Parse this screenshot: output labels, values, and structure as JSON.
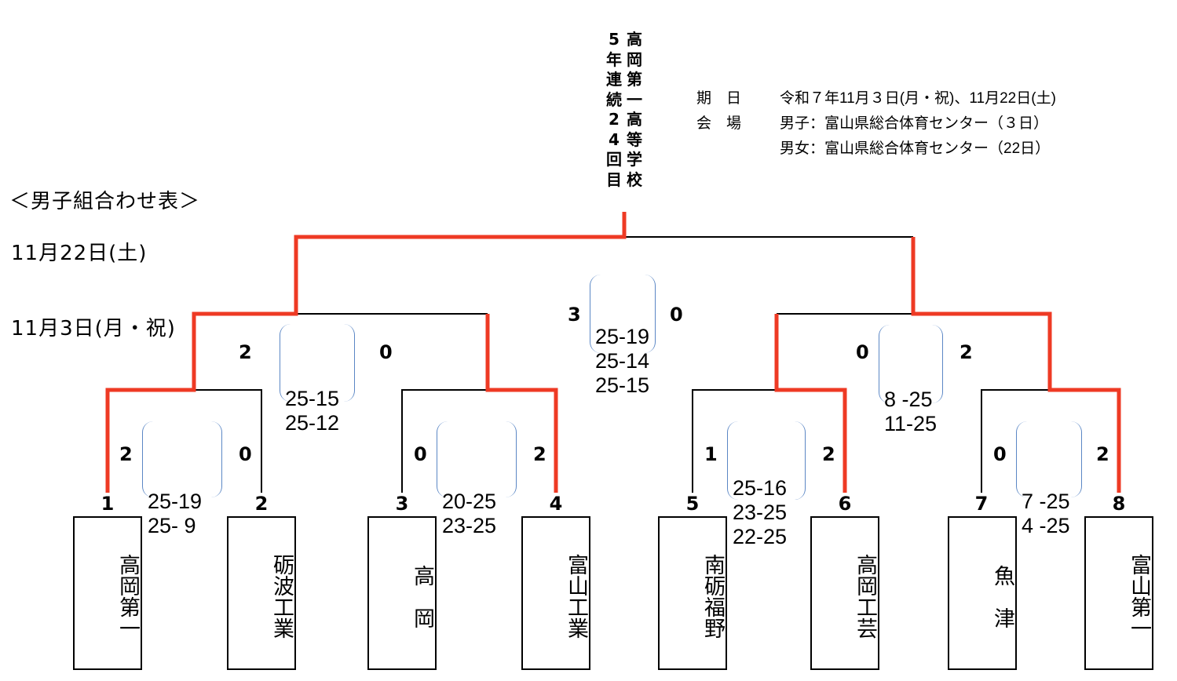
{
  "champion": {
    "record": "5年連続24回目",
    "school": "高岡第一高等学校"
  },
  "info": {
    "date_label": "期　日",
    "date_value": "令和７年11月３日(月・祝)、11月22日(土)",
    "venue_label": "会　場",
    "venue_1": "男子：富山県総合体育センター（３日）",
    "venue_2": "男女：富山県総合体育センター（22日）"
  },
  "title": "＜男子組合わせ表＞",
  "round_dates": {
    "final": "11月22日(土)",
    "first": "11月3日(月・祝)"
  },
  "teams": [
    {
      "seed": "1",
      "name": "高岡第一"
    },
    {
      "seed": "2",
      "name": "砺波工業"
    },
    {
      "seed": "3",
      "name": "高　岡"
    },
    {
      "seed": "4",
      "name": "富山工業"
    },
    {
      "seed": "5",
      "name": "南砺福野"
    },
    {
      "seed": "6",
      "name": "高岡工芸"
    },
    {
      "seed": "7",
      "name": "魚　津"
    },
    {
      "seed": "8",
      "name": "富山第一"
    }
  ],
  "matches": [
    {
      "id": "r1m1",
      "left": "2",
      "right": "0",
      "sets": [
        "25-19",
        "25- 9"
      ]
    },
    {
      "id": "r1m2",
      "left": "0",
      "right": "2",
      "sets": [
        "20-25",
        "23-25"
      ]
    },
    {
      "id": "r1m3",
      "left": "1",
      "right": "2",
      "sets": [
        "25-16",
        "23-25",
        "22-25"
      ]
    },
    {
      "id": "r1m4",
      "left": "0",
      "right": "2",
      "sets": [
        "7 -25",
        "4 -25"
      ]
    },
    {
      "id": "sf1",
      "left": "2",
      "right": "0",
      "sets": [
        "25-15",
        "25-12"
      ]
    },
    {
      "id": "sf2",
      "left": "0",
      "right": "2",
      "sets": [
        "8 -25",
        "11-25"
      ]
    },
    {
      "id": "final",
      "left": "3",
      "right": "0",
      "sets": [
        "25-19",
        "25-14",
        "25-15"
      ]
    }
  ],
  "colors": {
    "winner_line": "#ee3a24",
    "loser_line": "#000000",
    "set_bracket": "#5b87c5"
  }
}
